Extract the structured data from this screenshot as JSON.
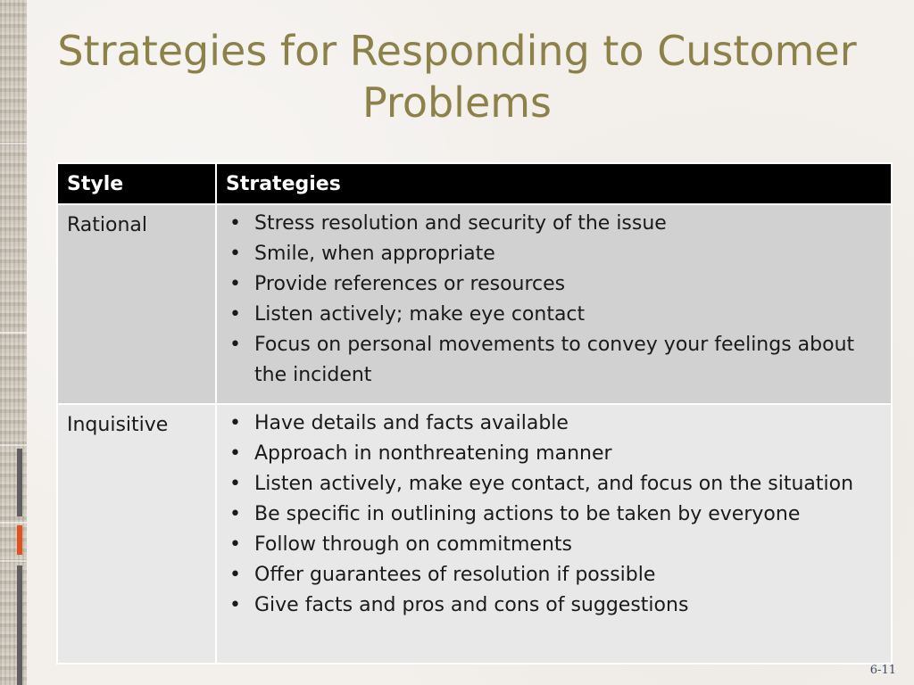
{
  "slide": {
    "title": "Strategies for Responding to Customer Problems",
    "slide_number": "6-11",
    "colors": {
      "title": "#8c8249",
      "header_bg": "#000000",
      "row_rational_bg": "#d1d1d1",
      "row_inquisitive_bg": "#e8e8e8",
      "accent_orange": "#e0531f",
      "accent_gray": "#5f5f5f"
    }
  },
  "table": {
    "headers": [
      "Style",
      "Strategies"
    ],
    "rows": [
      {
        "style": "Rational",
        "strategies": [
          "Stress resolution and security of the issue",
          "Smile, when appropriate",
          "Provide references or resources",
          "Listen actively; make eye contact",
          "Focus on personal movements to convey your feelings about the incident"
        ]
      },
      {
        "style": "Inquisitive",
        "strategies": [
          "Have details and facts available",
          "Approach in nonthreatening manner",
          "Listen actively, make eye contact, and focus on the situation",
          "Be specific in outlining actions to be taken by everyone",
          "Follow through on commitments",
          "Offer guarantees of resolution if possible",
          "Give facts and pros and cons of suggestions"
        ]
      }
    ]
  }
}
